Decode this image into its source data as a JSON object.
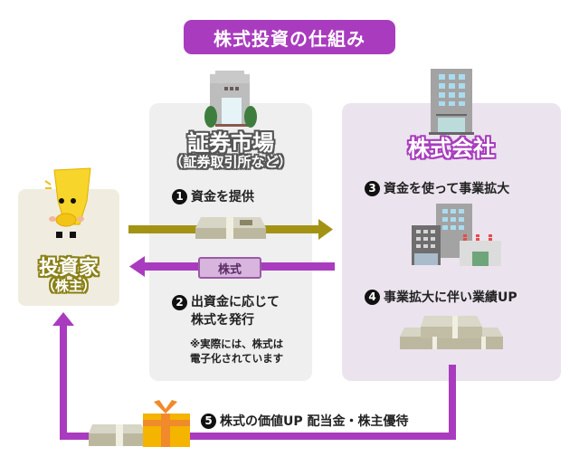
{
  "title": "株式投資の仕組み",
  "investor": {
    "title": "投資家",
    "subtitle": "（株主）"
  },
  "market": {
    "title": "証券市場",
    "subtitle": "（証券取引所など）"
  },
  "company": {
    "title": "株式会社"
  },
  "steps": [
    {
      "number": "1",
      "text": "資金を提供"
    },
    {
      "number": "2",
      "line1": "出資金に応じて",
      "line2": "株式を発行"
    },
    {
      "number": "3",
      "text": "資金を使って事業拡大"
    },
    {
      "number": "4",
      "text": "事業拡大に伴い業績UP"
    },
    {
      "number": "5",
      "text": "株式の価値UP 配当金・株主優待"
    }
  ],
  "note": {
    "line1": "※実際には、株式は",
    "line2": "電子化されています"
  },
  "stock_certificate_label": "株式",
  "icons": {
    "investor": "investor-character-icon",
    "exchange": "stock-exchange-building-icon",
    "company": "company-building-icon",
    "money": "money-bundle-icon",
    "gift": "gift-box-icon",
    "factory": "factory-icon"
  },
  "colors": {
    "accent_purple": "#a93cbe",
    "money_arrow_olive": "#a39315",
    "investor_panel": "#f0ede0",
    "market_panel": "#efefef",
    "company_panel": "#ebe3ee"
  }
}
